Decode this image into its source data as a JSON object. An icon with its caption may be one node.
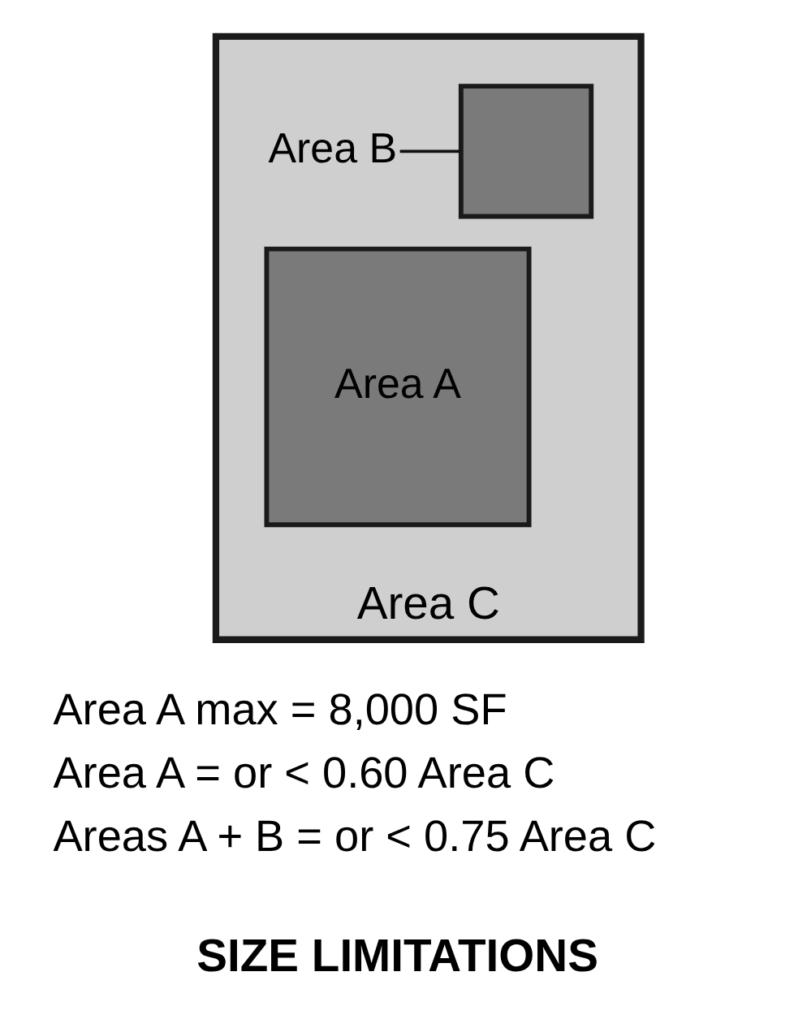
{
  "diagram": {
    "title": "SIZE LIMITATIONS",
    "nodes": [
      {
        "text": [
          "Area C"
        ]
      },
      {
        "text": [
          "Area B"
        ],
        "in": 0
      },
      {
        "text": [],
        "shape": "box",
        "in": 0
      },
      {
        "text": [
          "Area A"
        ],
        "in": 0
      }
    ],
    "edges": [
      {
        "from": 1,
        "to": 2,
        "arrow": "none"
      }
    ],
    "labels": [
      "Area A max = 8,000 SF",
      "Area A = or < 0.60 Area C",
      "Areas A + B = or < 0.75 Area C"
    ]
  }
}
